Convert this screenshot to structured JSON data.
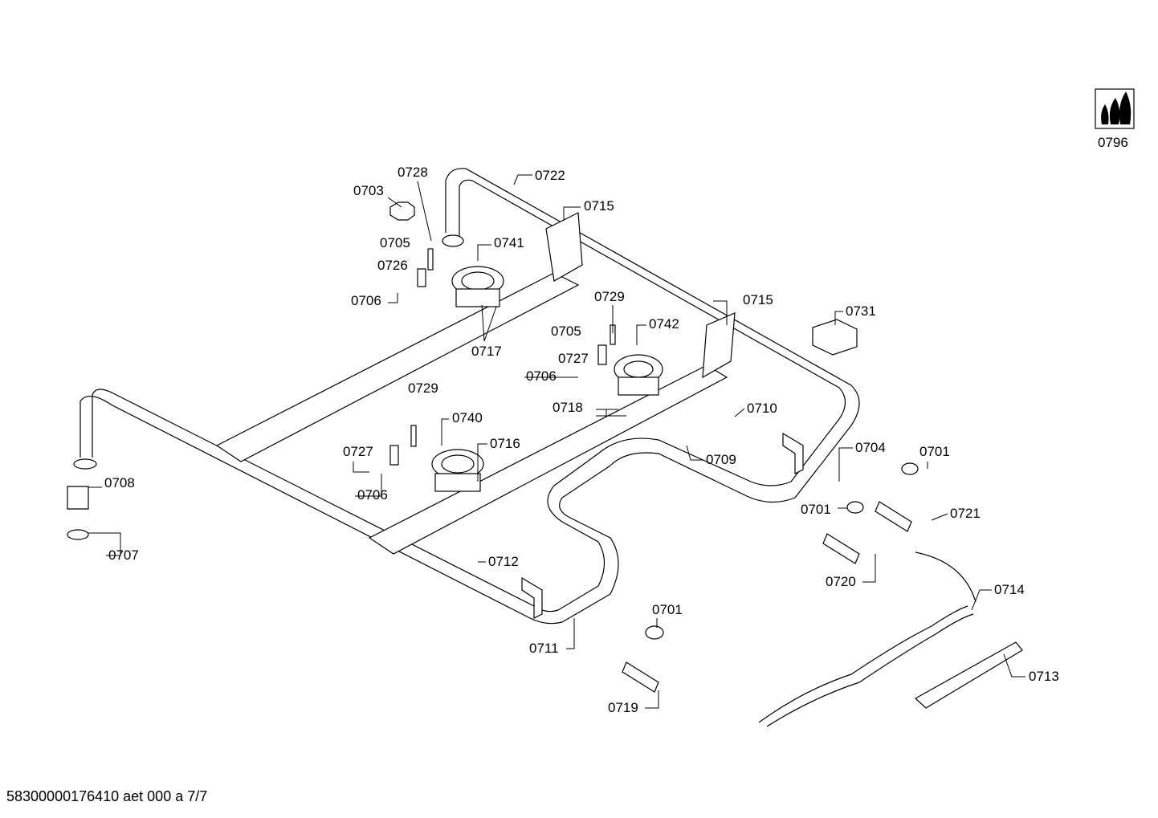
{
  "diagram": {
    "labels": [
      "0722",
      "0728",
      "0703",
      "0715",
      "0705",
      "0741",
      "0726",
      "0706",
      "0729",
      "0715",
      "0731",
      "0742",
      "0705",
      "0727",
      "0717",
      "0706",
      "0729",
      "0710",
      "0718",
      "0740",
      "0716",
      "0704",
      "0701",
      "0727",
      "0709",
      "0708",
      "0706",
      "0701",
      "0721",
      "0707",
      "0712",
      "0720",
      "0714",
      "0701",
      "0711",
      "0713",
      "0719"
    ],
    "gas_icon_label": "0796"
  },
  "footer": {
    "doc_id": "58300000176410 aet 000 a 7/7"
  }
}
